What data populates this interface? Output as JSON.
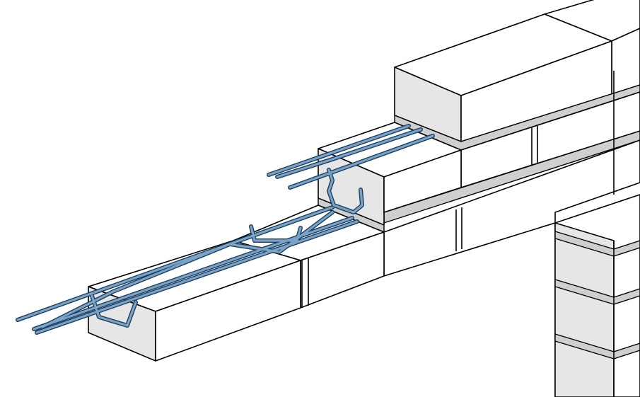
{
  "diagram": {
    "subject": "masonry-wall-with-truss-joint-reinforcement",
    "colors": {
      "background": "#ffffff",
      "block_top": "#ffffff",
      "block_front": "#ffffff",
      "block_end": "#e6e6e6",
      "mortar": "#cfcfcf",
      "outline": "#000000",
      "wire_fill": "#7aa3c8",
      "wire_outline": "#1f3f5f"
    },
    "components": [
      "concrete-block",
      "mortar-joint",
      "truss-reinforcement-wire",
      "side-rod",
      "cross-rod",
      "tie-hook",
      "wall-pier"
    ]
  }
}
